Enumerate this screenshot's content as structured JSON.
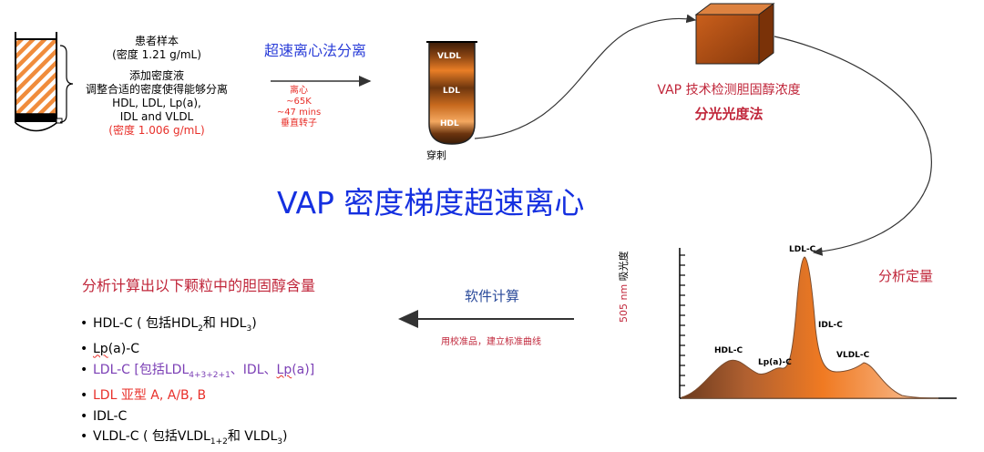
{
  "sample": {
    "lines": [
      "患者样本",
      "(密度 1.21 g/mL)",
      "添加密度液",
      "调整合适的密度使得能够分离",
      "HDL, LDL, Lp(a),",
      "IDL and VLDL"
    ],
    "density": "(密度 1.006 g/mL)"
  },
  "ultracentrifuge": {
    "title": "超速离心法分离",
    "note_lines": [
      "离心",
      "~65K",
      "~47 mins",
      "垂直转子"
    ]
  },
  "tube": {
    "bands": [
      "VLDL",
      "LDL",
      "HDL"
    ],
    "puncture_label": "穿刺"
  },
  "vap": {
    "method": "VAP 技术检测胆固醇浓度",
    "technique": "分光光度法"
  },
  "main_title": "VAP 密度梯度超速离心",
  "quantification": "分析定量",
  "software": {
    "label": "软件计算",
    "calibration": "用校准品，建立标准曲线"
  },
  "calc_title": "分析计算出以下颗粒中的胆固醇含量",
  "results": {
    "hdl_a": "HDL-C ( 包括HDL",
    "hdl_sub1": "2",
    "hdl_b": "和 HDL",
    "hdl_sub2": "3",
    "hdl_c": ")",
    "lpa_a": "Lp",
    "lpa_b": "(a)-C",
    "ldl_a": "LDL-C  [包括LDL",
    "ldl_sub": "4+3+2+1",
    "ldl_b": "、IDL、",
    "ldl_c": "Lp",
    "ldl_d": "(a)]",
    "ldl_subtype": "LDL 亚型 A, A/B, B",
    "idl": "IDL-C",
    "vldl_a": "VLDL-C ( 包括VLDL",
    "vldl_sub1": "1+2",
    "vldl_b": "和 VLDL",
    "vldl_sub2": "3",
    "vldl_c": ")"
  },
  "chart": {
    "y_label_red": "505 nm",
    "y_label_black": "吸光度",
    "peaks": [
      "LDL-C",
      "IDL-C",
      "HDL-C",
      "Lp(a)-C",
      "VLDL-C"
    ]
  },
  "colors": {
    "title_blue": "#1530e0",
    "accent_red": "#c0263a",
    "orange": "#ee7a22",
    "brown": "#8b4a1c",
    "purple": "#7b3fb5"
  }
}
